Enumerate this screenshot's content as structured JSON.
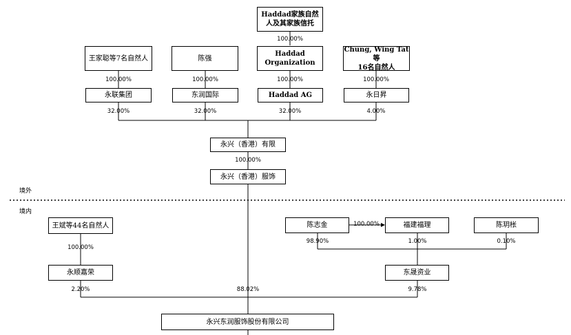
{
  "entities": {
    "haddad_family": "Haddad家族自然\n人及其家族信托",
    "wang_jiacong": "王家聪等7名自然人",
    "chen_qiang": "陈强",
    "haddad_org": "Haddad\nOrganization",
    "chung": "Chung, Wing Tat等\n16名自然人",
    "yonglian": "永联集团",
    "dongrun_intl": "东润国际",
    "haddad_ag": "Haddad AG",
    "yongrisheng": "永日昇",
    "yongxing_hk": "永兴（香港）有限",
    "yongxing_hk_apparel": "永兴（香港）服饰",
    "wang_bin": "王斌等44名自然人",
    "chen_zhijin": "陈志金",
    "fujian_fuli": "福建福理",
    "chen_yuechen": "陈玥枨",
    "yongshun": "永顺嘉荣",
    "dongsheng": "东晟资业",
    "company": "永兴东润服饰股份有限公司"
  },
  "percentages": {
    "haddad_family_to_org": "100.00%",
    "wang_to_yonglian": "100.00%",
    "chen_to_dongrun": "100.00%",
    "org_to_ag": "100.00%",
    "chung_to_yongrisheng": "100.00%",
    "yonglian_to_hk": "32.00%",
    "dongrun_to_hk": "32.00%",
    "ag_to_hk": "32.00%",
    "yongrisheng_to_hk": "4.00%",
    "hk_to_apparel": "100.00%",
    "wangbin_to_yongshun": "100.00%",
    "chenzhijin_to_fuli": "100.00%",
    "chenzhijin_to_dongsheng": "98.90%",
    "fuli_to_dongsheng": "1.00%",
    "chenyuechen_to_dongsheng": "0.10%",
    "yongshun_to_company": "2.20%",
    "apparel_to_company": "88.02%",
    "dongsheng_to_company": "9.78%"
  },
  "regions": {
    "overseas": "境外",
    "domestic": "境内"
  }
}
